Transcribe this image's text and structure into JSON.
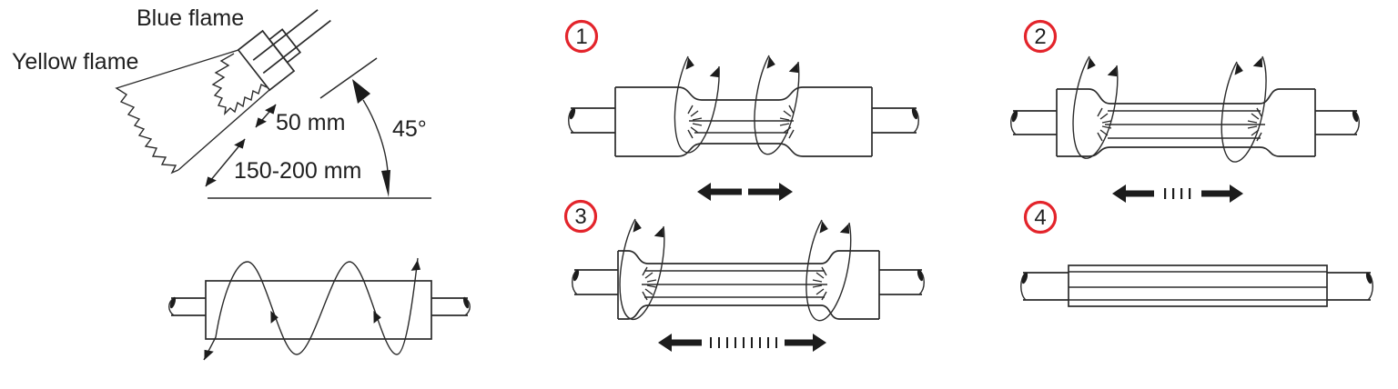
{
  "labels": {
    "blue_flame": "Blue flame",
    "yellow_flame": "Yellow flame",
    "flame_distance_short": "50 mm",
    "flame_distance_long": "150-200 mm",
    "torch_angle": "45°"
  },
  "steps": [
    {
      "number": "1"
    },
    {
      "number": "2"
    },
    {
      "number": "3"
    },
    {
      "number": "4"
    }
  ],
  "colors": {
    "step_badge": "#e3242b",
    "line": "#2b2b2b",
    "background": "#ffffff"
  }
}
